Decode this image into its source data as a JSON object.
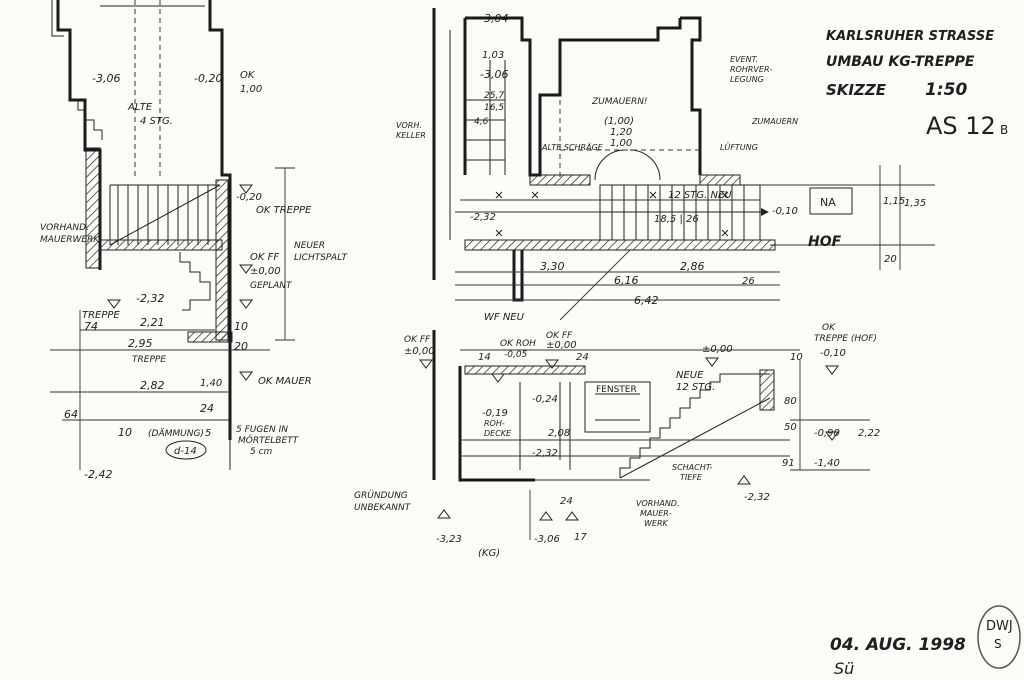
{
  "title_block": {
    "line1": "KARLSRUHER STRASSE",
    "line2": "UMBAU KG-TREPPE",
    "line3": "SKIZZE",
    "scale": "1:50",
    "sheet": "AS 12",
    "sheet_suffix": "B",
    "date": "04. AUG. 1998",
    "signature": "Sü"
  },
  "stamp": {
    "line1": "DWJ",
    "line2": "S"
  },
  "left_section": {
    "t_306": "-3,06",
    "t_020": "-0,20",
    "t_ok": "OK",
    "t_100": "1,00",
    "t_alte": "ALTE",
    "t_4stg": "4 STG.",
    "t_ok_treppe": "OK TREPPE",
    "t_020b": "-0,20",
    "t_vorh": "VORHAND.",
    "t_maeuerw": "MAUERWERK",
    "t_neuer": "NEUER",
    "t_lichtspalt": "LICHTSPALT",
    "t_okff": "OK FF",
    "t_000": "±0,00",
    "t_gepl": "GEPLANT",
    "t_treppe": "TREPPE",
    "t_74": "74",
    "t_232": "-2,32",
    "t_221": "2,21",
    "t_295": "2,95",
    "t_treppe2": "TREPPE",
    "t_10": "10",
    "t_20": "20",
    "t_282": "2,82",
    "t_ok_mauer": "OK MAUER",
    "t_24": "24",
    "t_64": "64",
    "t_10b": "10",
    "t_242": "-2,42",
    "t_daemmung": "(DÄMMUNG)",
    "t_5": "5",
    "t_fugen": "5 FUGEN IN",
    "t_moertel": "MÖRTELBETT",
    "t_5cm": "5 cm",
    "t_d14": "d-14",
    "t_140": "1,40"
  },
  "right_plan": {
    "t_304": "-3,04",
    "t_103": "1,03",
    "t_306": "-3,06",
    "t_257": "25,7",
    "t_165": "16,5",
    "t_46": "4,6",
    "t_vorh": "VORH.",
    "t_kueb": "KELLER",
    "t_alte_schraege": "ALTE SCHRÄGE",
    "t_zumauern": "ZUMAUERN!",
    "t_100": "(1,00)",
    "t_120": "1,20",
    "t_100b": "1,00",
    "t_event1": "EVENT.",
    "t_event2": "ROHRVER-",
    "t_event3": "LEGUNG",
    "t_zumauern2": "ZUMAUERN",
    "t_lanke": "LÜFTUNG",
    "t_232": "-2,32",
    "t_12stg": "12 STG. NEU",
    "t_185": "18,5 | 26",
    "t_010": "-0,10",
    "t_na": "NA",
    "t_115": "1,15",
    "t_135": "1,35",
    "t_hof": "HOF",
    "t_20": "20",
    "t_330": "3,30",
    "t_286": "2,86",
    "t_616": "6,16",
    "t_26": "26",
    "t_642": "6,42",
    "t_wfneu": "WF NEU",
    "t_okff": "OK FF",
    "t_000a": "±0,00",
    "t_okroh": "OK ROH",
    "t_005": "-0,05",
    "t_okff2": "OK FF",
    "t_000b": "±0,00",
    "t_14": "14",
    "t_24": "24",
    "t_000c": "±0,00",
    "t_ok_treppe": "OK",
    "t_treppe_hof": "TREPPE (HOF)",
    "t_010b": "-0,10",
    "t_10": "10",
    "t_019": "-0,19",
    "t_roh": "ROH-",
    "t_decke": "DECKE",
    "t_024": "-0,24",
    "t_fenster": "FENSTER",
    "t_neue": "NEUE",
    "t_12stg2": "12 STG.",
    "t_80": "80",
    "t_50": "50",
    "t_222": "2,22",
    "t_090": "-0,90",
    "t_140": "-1,40",
    "t_91": "91",
    "t_208": "2,08",
    "t_232b": "-2,32",
    "t_schacht1": "SCHACHT-",
    "t_schacht2": "TIEFE",
    "t_232c": "-2,32",
    "t_gruend1": "GRÜNDUNG",
    "t_gruend2": "UNBEKANNT",
    "t_vorh_m1": "VORHAND.",
    "t_vorh_m2": "MAUER-",
    "t_vorh_m3": "WERK",
    "t_24b": "24",
    "t_17": "17",
    "t_323": "-3,23",
    "t_306b": "-3,06",
    "t_kg": "(KG)"
  }
}
